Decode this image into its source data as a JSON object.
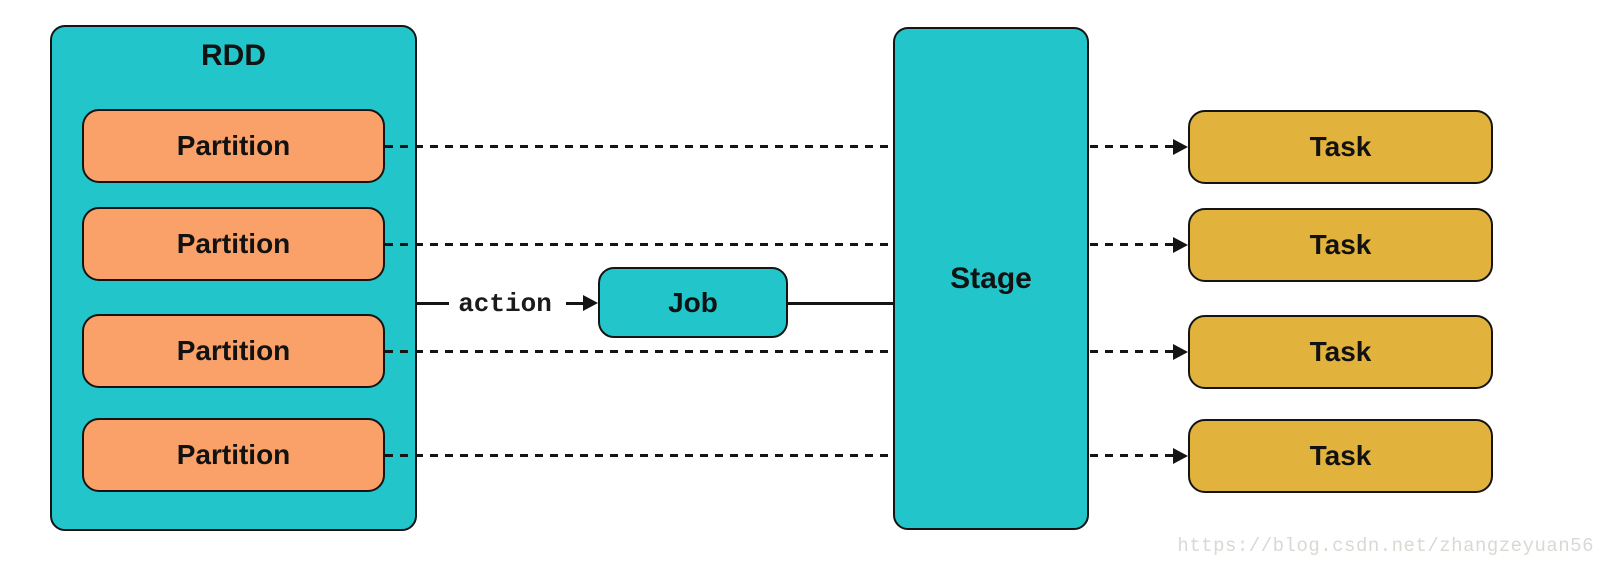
{
  "diagram": {
    "rdd": {
      "label": "RDD",
      "partitions": [
        "Partition",
        "Partition",
        "Partition",
        "Partition"
      ]
    },
    "action_label": "action",
    "job": {
      "label": "Job"
    },
    "stage": {
      "label": "Stage"
    },
    "tasks": [
      "Task",
      "Task",
      "Task",
      "Task"
    ],
    "watermark": "https://blog.csdn.net/zhangzeyuan56",
    "colors": {
      "teal": "#22c6ca",
      "orange": "#f9a168",
      "gold": "#e2b33c",
      "line": "#141414",
      "wm": "#d9d9d3"
    }
  }
}
